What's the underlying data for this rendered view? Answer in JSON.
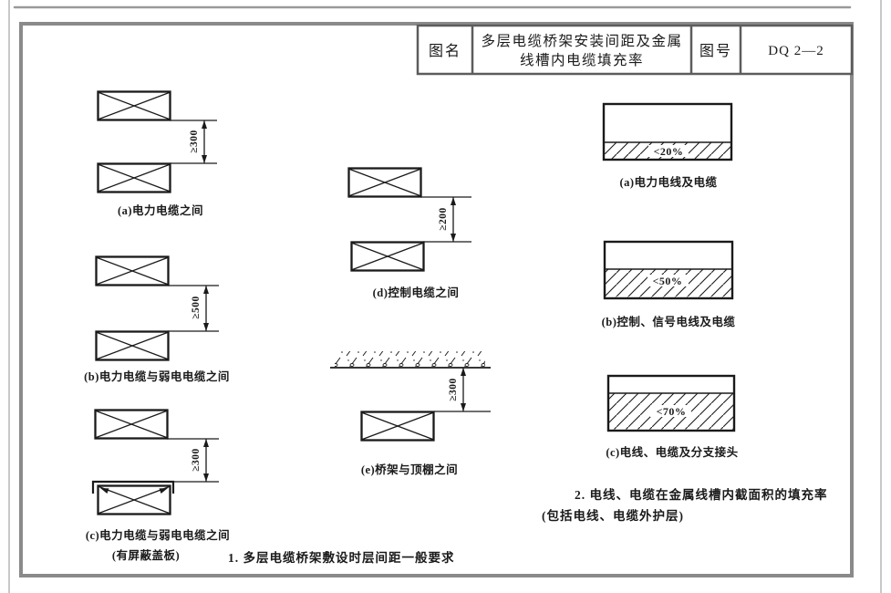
{
  "title_block": {
    "name_label": "图名",
    "name_value_line1": "多层电缆桥架安装间距及金属",
    "name_value_line2": "线槽内电缆填充率",
    "number_label": "图号",
    "number_value": "DQ 2—2"
  },
  "section1": {
    "heading": "1. 多层电缆桥架敷设时层间距一般要求",
    "diagrams": [
      {
        "id": "a",
        "caption": "(a)电力电缆之间",
        "dimension": "≥300"
      },
      {
        "id": "b",
        "caption": "(b)电力电缆与弱电电缆之间",
        "dimension": "≥500"
      },
      {
        "id": "c",
        "caption": "(c)电力电缆与弱电电缆之间",
        "caption2": "(有屏蔽盖板)",
        "dimension": "≥300"
      },
      {
        "id": "d",
        "caption": "(d)控制电缆之间",
        "dimension": "≥200"
      },
      {
        "id": "e",
        "caption": "(e)桥架与顶棚之间",
        "dimension": "≥300"
      }
    ]
  },
  "section2": {
    "heading_line1": "2. 电线、电缆在金属线槽内截面积的填充率",
    "heading_line2": "(包括电线、电缆外护层)",
    "diagrams": [
      {
        "id": "a",
        "caption": "(a)电力电线及电缆",
        "fill_limit": "<20%"
      },
      {
        "id": "b",
        "caption": "(b)控制、信号电线及电缆",
        "fill_limit": "<50%"
      },
      {
        "id": "c",
        "caption": "(c)电线、电缆及分支接头",
        "fill_limit": "<70%"
      }
    ]
  },
  "colors": {
    "line": "#1a1a1a",
    "frame_border": "#8a8a8a",
    "edge_line": "#b5b5b5"
  }
}
